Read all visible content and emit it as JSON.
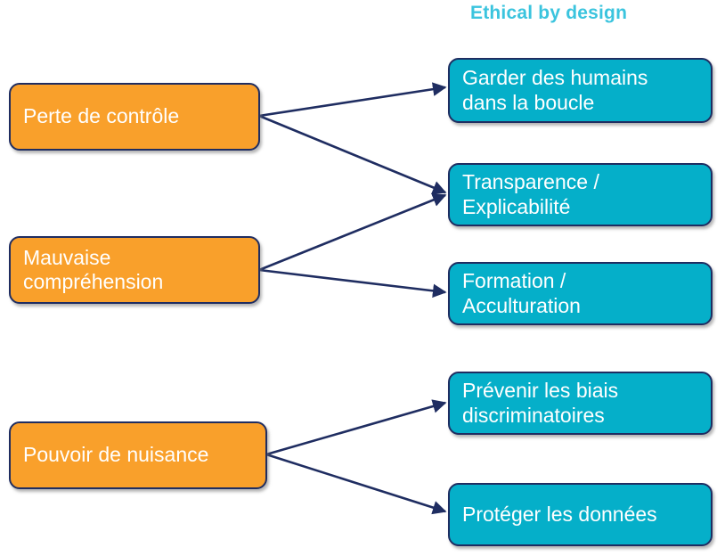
{
  "diagram": {
    "title": "Ethical by design",
    "title_color": "#3BC4DE",
    "risk_color": "#F9A02B",
    "principle_color": "#05AFC9",
    "connector_color": "#1F2D61",
    "risks": [
      {
        "label": "Perte de contrôle"
      },
      {
        "label": "Mauvaise\ncompréhension"
      },
      {
        "label": "Pouvoir de nuisance"
      }
    ],
    "principles": [
      {
        "label": "Garder des humains\ndans la boucle"
      },
      {
        "label": "Transparence /\nExplicabilité"
      },
      {
        "label": "Formation /\nAcculturation"
      },
      {
        "label": "Prévenir les biais\ndiscriminatoires"
      },
      {
        "label": "Protéger les données"
      }
    ],
    "connections": [
      {
        "from": "Perte de contrôle",
        "to": "Garder des humains dans la boucle"
      },
      {
        "from": "Perte de contrôle",
        "to": "Transparence / Explicabilité"
      },
      {
        "from": "Mauvaise compréhension",
        "to": "Transparence / Explicabilité"
      },
      {
        "from": "Mauvaise compréhension",
        "to": "Formation / Acculturation"
      },
      {
        "from": "Pouvoir de nuisance",
        "to": "Prévenir les biais discriminatoires"
      },
      {
        "from": "Pouvoir de nuisance",
        "to": "Protéger les données"
      }
    ]
  }
}
